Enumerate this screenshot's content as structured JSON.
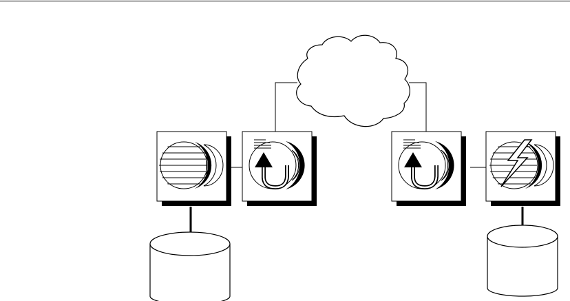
{
  "diagram": {
    "labels": []
  },
  "nodes": [
    {
      "id": "database-server",
      "icon": "database-server-icon"
    },
    {
      "id": "replication-agent-left",
      "icon": "replication-arrow-icon"
    },
    {
      "id": "replication-agent-right",
      "icon": "replication-arrow-icon"
    },
    {
      "id": "lightning-server",
      "icon": "lightning-server-icon"
    },
    {
      "id": "database-left",
      "icon": "database-cylinder-icon"
    },
    {
      "id": "database-right",
      "icon": "database-cylinder-icon"
    },
    {
      "id": "network-cloud",
      "icon": "cloud-icon"
    }
  ],
  "colors": {
    "line": "#000000",
    "background": "#ffffff",
    "shadow": "#000000"
  }
}
